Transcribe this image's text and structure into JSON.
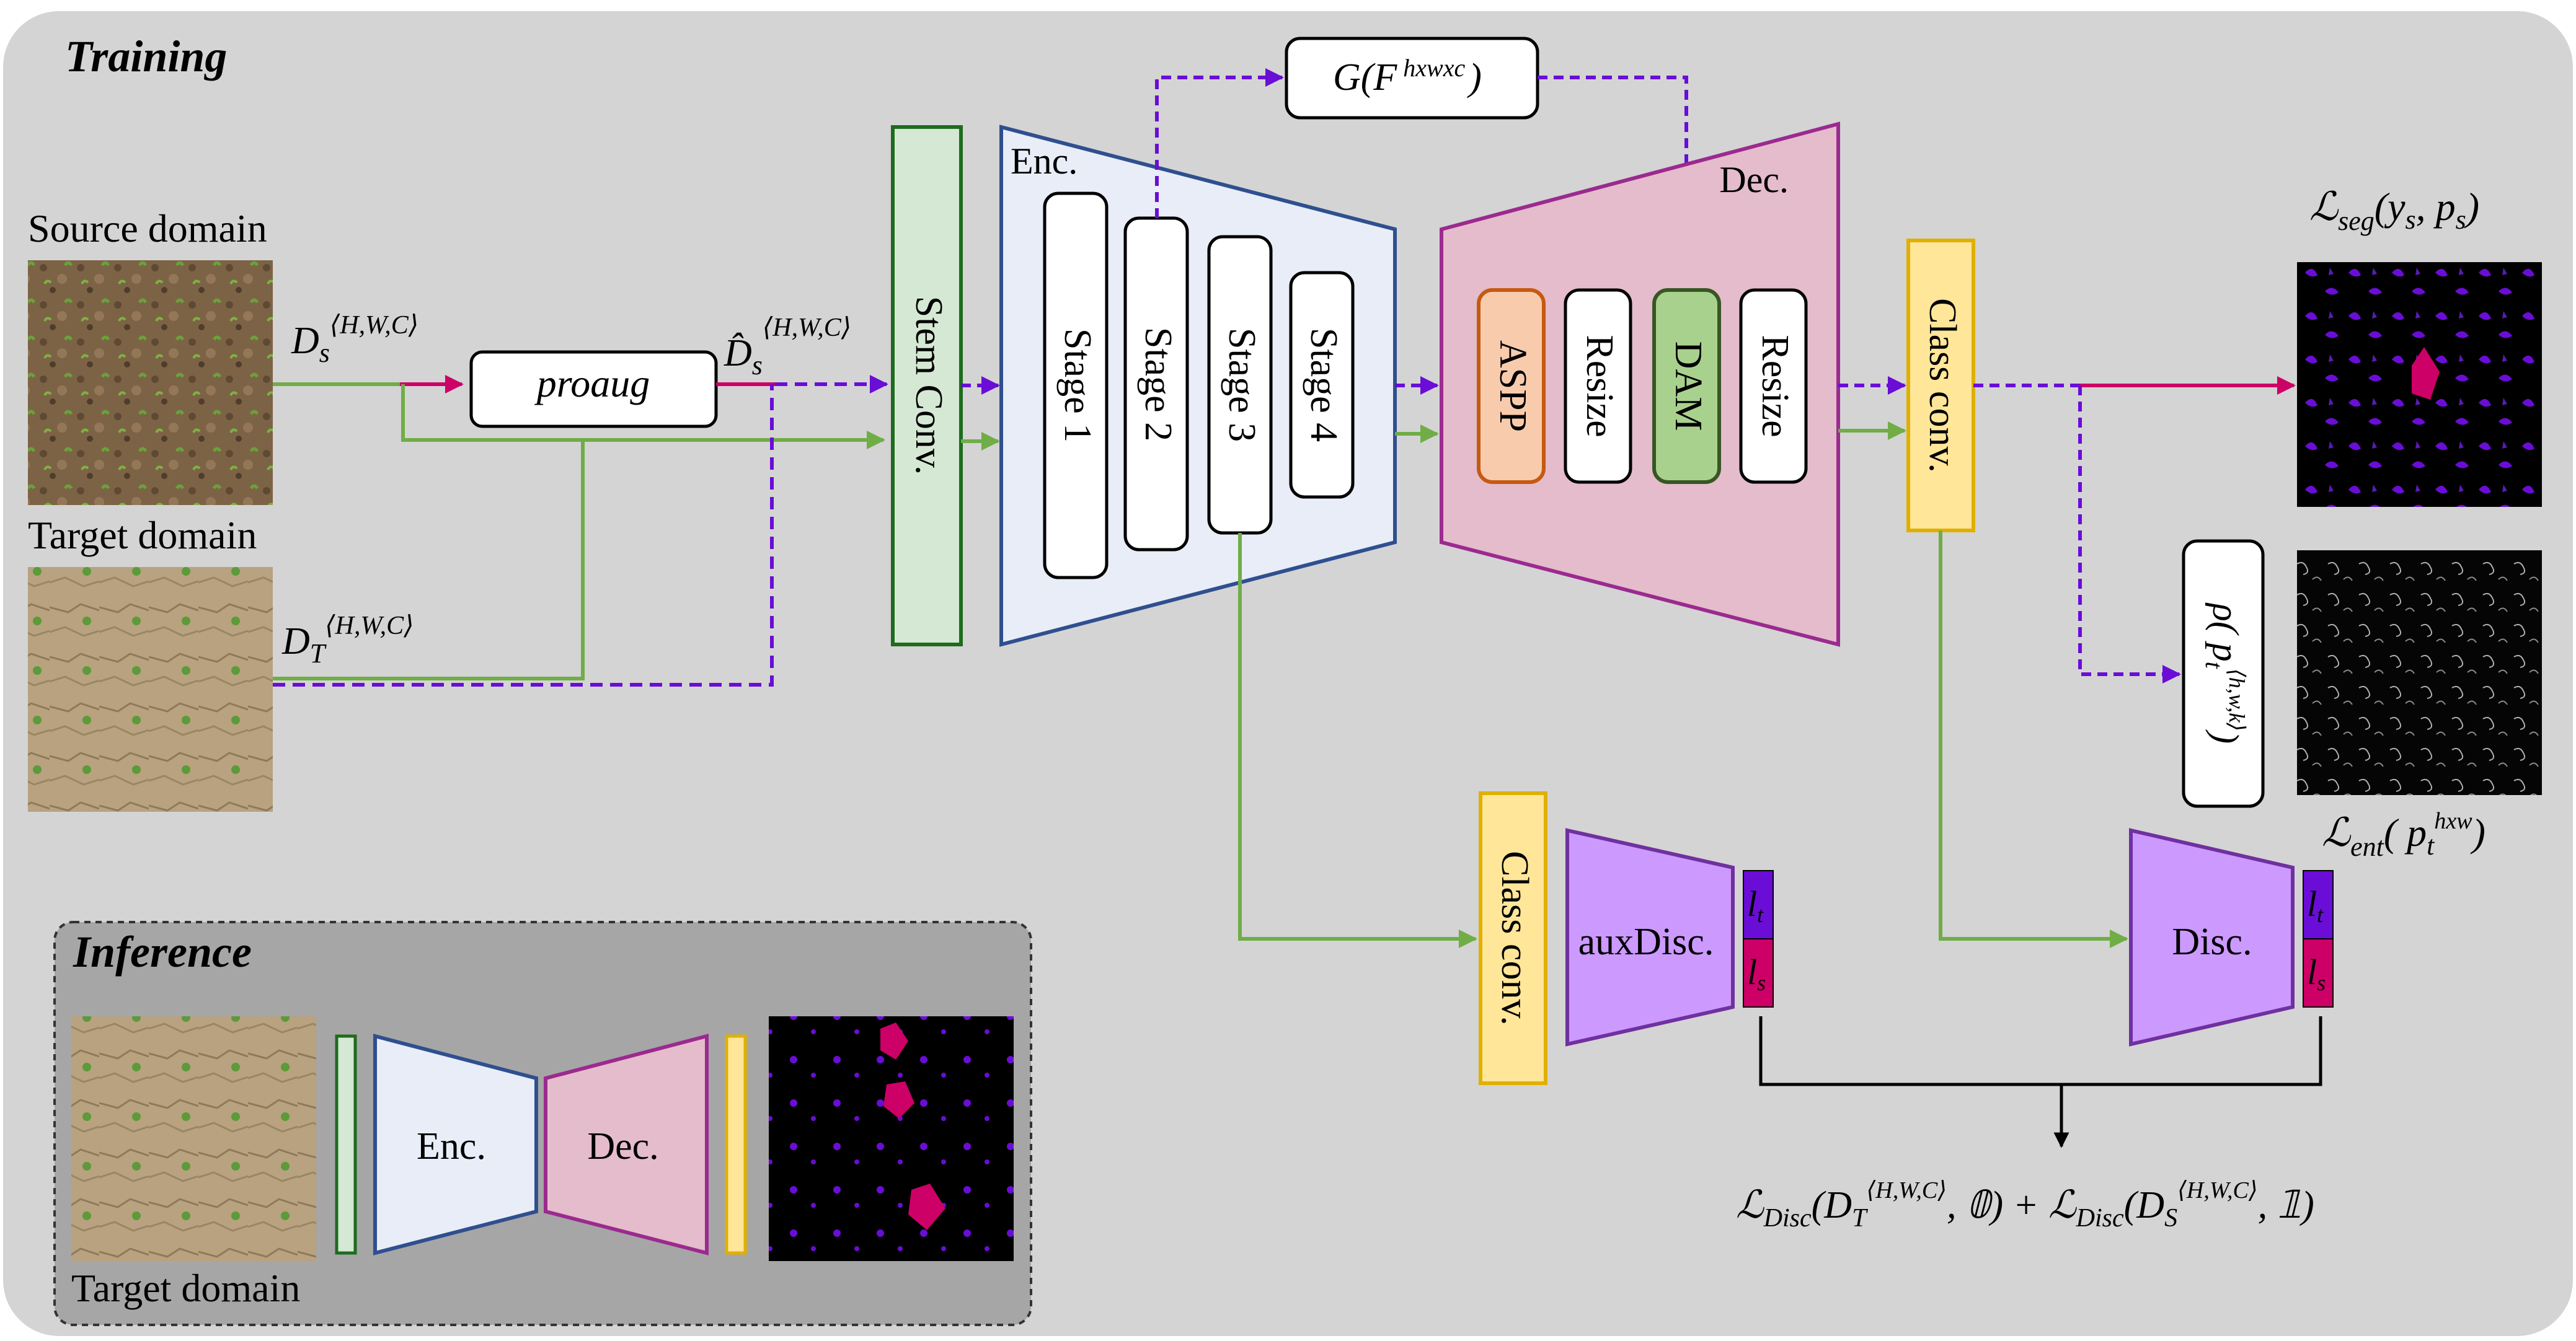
{
  "sections": {
    "training": "Training",
    "inference": "Inference"
  },
  "labels": {
    "source_domain": "Source domain",
    "target_domain": "Target domain",
    "target_domain_inf": "Target domain",
    "ds_main": "D",
    "ds_sub": "s",
    "ds_sup": "⟨H,W,C⟩",
    "dt_main": "D",
    "dt_sub": "T",
    "dt_sup": "⟨H,W,C⟩",
    "dshat_main": "D̂",
    "dshat_sub": "s",
    "dshat_sup": "⟨H,W,C⟩",
    "proaug": "proaug",
    "stem_conv": "Stem Conv.",
    "enc": "Enc.",
    "dec": "Dec.",
    "stage1": "Stage 1",
    "stage2": "Stage 2",
    "stage3": "Stage 3",
    "stage4": "Stage 4",
    "g_func_main": "G(F",
    "g_func_sup": "hxwxc",
    "g_func_close": ")",
    "aspp": "ASPP",
    "resize1": "Resize",
    "dam": "DAM",
    "resize2": "Resize",
    "class_conv_main": "Class conv.",
    "class_conv_aux": "Class conv.",
    "aux_disc": "auxDisc.",
    "disc": "Disc.",
    "rho_main": "ρ( p",
    "rho_sub": "t",
    "rho_sup": "⟨h,w,k⟩",
    "rho_close": ")",
    "l_seg_main": "ℒ",
    "l_seg_sub": "seg",
    "l_seg_args": "(y",
    "l_seg_ys": "s",
    "l_seg_mid": ", p",
    "l_seg_ps": "s",
    "l_seg_close": ")",
    "l_ent_main": "ℒ",
    "l_ent_sub": "ent",
    "l_ent_args": "( p",
    "l_ent_pt": "t",
    "l_ent_sup": "hxw",
    "l_ent_close": ")",
    "loss_disc": "ℒ",
    "loss_disc_sub": "Disc",
    "loss_disc_a": "(D",
    "loss_disc_a_sub": "T",
    "loss_disc_a_sup": "⟨H,W,C⟩",
    "loss_disc_a_end": ", 𝟘) + ",
    "loss_disc2": "ℒ",
    "loss_disc2_sub": "Disc",
    "loss_disc_b": "(D",
    "loss_disc_b_sub": "S",
    "loss_disc_b_sup": "⟨H,W,C⟩",
    "loss_disc_b_end": ", 𝟙)",
    "lt_aux": "l",
    "lt_aux_sub": "t",
    "ls_aux": "l",
    "ls_aux_sub": "s",
    "lt_disc": "l",
    "lt_disc_sub": "t",
    "ls_disc": "l",
    "ls_disc_sub": "s",
    "inf_enc": "Enc.",
    "inf_dec": "Dec."
  },
  "colors": {
    "background_panel": "#d4d4d4",
    "inference_panel": "#a6a6a6",
    "source_arrow": "#cc0066",
    "target_arrow": "#6a0dd6",
    "shared_arrow": "#70ad47",
    "encoder_fill": "#e8edf7",
    "encoder_stroke": "#2f4f8f",
    "decoder_fill": "#e4bccb",
    "decoder_stroke": "#9b2a8f",
    "stem_fill": "#d5e8d4",
    "stem_stroke": "#1e6b1e",
    "class_fill": "#ffe699",
    "class_stroke": "#e0b000",
    "aspp_fill": "#f8cbad",
    "aspp_stroke": "#c55a11",
    "dam_fill": "#a9d18e",
    "dam_stroke": "#375623",
    "disc_fill": "#cc99ff",
    "disc_stroke": "#7030a0",
    "lt_fill": "#6a0dd6",
    "ls_fill": "#cc0066"
  },
  "icons": {
    "source_image": "soil-with-seedlings-photo",
    "target_image": "cracked-soil-field-photo",
    "seg_map": "segmentation-map-image",
    "entropy_map": "entropy-map-image",
    "inference_input": "target-field-photo",
    "inference_output": "predicted-segmentation-image"
  }
}
